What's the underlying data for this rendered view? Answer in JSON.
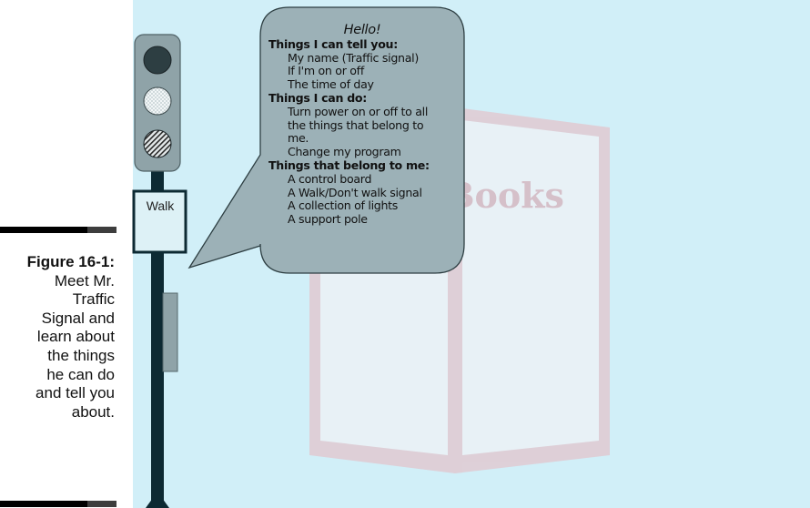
{
  "caption": {
    "figure_label": "Figure 16-1:",
    "lines": [
      "Meet Mr.",
      "Traffic",
      "Signal and",
      "learn about",
      "the things",
      "he can do",
      "and tell you",
      "about."
    ]
  },
  "walk_sign": {
    "label": "Walk"
  },
  "watermark": {
    "text": "PrepBooks"
  },
  "speech_bubble": {
    "greeting": "Hello!",
    "sections": [
      {
        "heading": "Things I can tell you:",
        "items": [
          "My name (Traffic signal)",
          "If I'm on or off",
          "The time of day"
        ]
      },
      {
        "heading": "Things I can do:",
        "items": [
          "Turn power on or off to all",
          "the things that belong to",
          "me.",
          "Change my program"
        ]
      },
      {
        "heading": "Things that belong to me:",
        "items": [
          "A control board",
          "A Walk/Don't walk signal",
          "A collection of lights",
          "A support pole"
        ]
      }
    ]
  },
  "colors": {
    "background_panel": "#d1eff8",
    "signal_housing": "#8fa3a8",
    "pole": "#0d2a33",
    "bubble_fill": "#9cb1b7"
  }
}
